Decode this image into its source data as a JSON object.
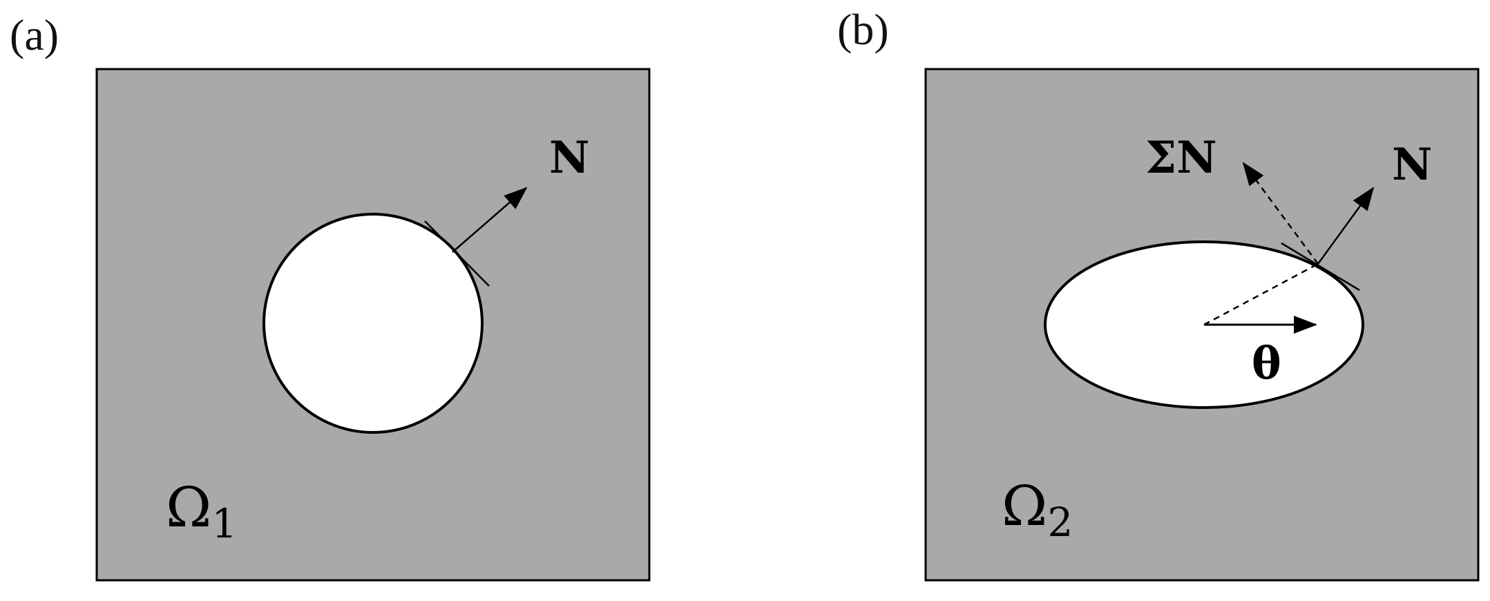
{
  "panels": [
    {
      "id": "a",
      "label": "(a)",
      "domain_symbol": "Ω",
      "domain_subscript": "1",
      "normal_label": "N",
      "hole_shape": "circle"
    },
    {
      "id": "b",
      "label": "(b)",
      "domain_symbol": "Ω",
      "domain_subscript": "2",
      "normal_label": "N",
      "transformed_normal_label": "ΣN",
      "angle_label": "θ",
      "hole_shape": "ellipse"
    }
  ],
  "colors": {
    "domain_fill": "#a9a9a9",
    "hole_fill": "#ffffff",
    "stroke": "#000000"
  }
}
